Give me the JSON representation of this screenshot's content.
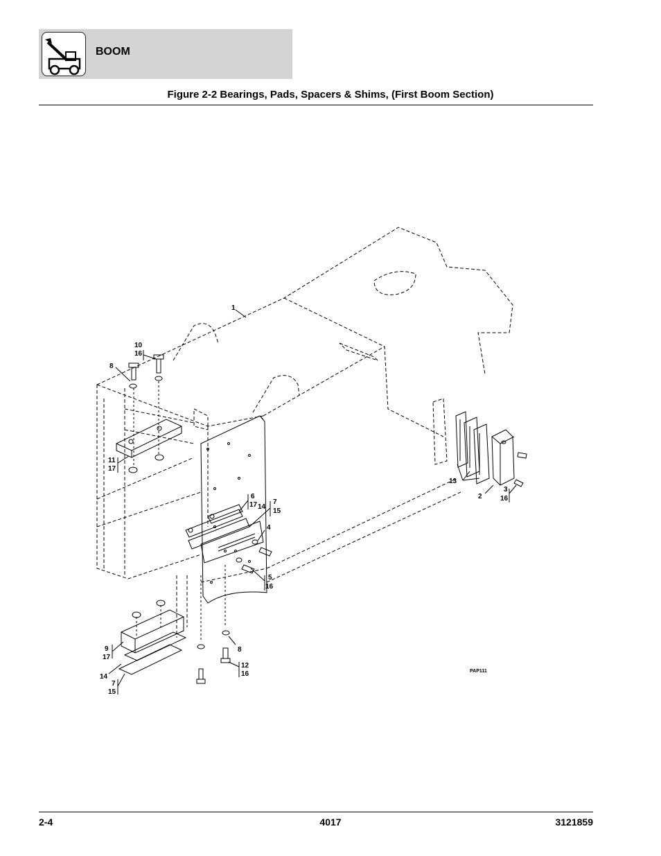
{
  "header": {
    "section": "BOOM",
    "icon": "telehandler-boom-icon"
  },
  "figure": {
    "title": "Figure 2-2 Bearings, Pads, Spacers & Shims, (First Boom Section)",
    "reference": "PAP111",
    "callouts": {
      "c1": "1",
      "c10_16a": "10",
      "c10_16b": "16",
      "c8_top": "8",
      "c11": "11",
      "c17_a": "17",
      "c6": "6",
      "c17_b": "17",
      "c14_mid": "14",
      "c7_mid": "7",
      "c15_mid": "15",
      "c4": "4",
      "c5": "5",
      "c16_c": "16",
      "c13": "13",
      "c2": "2",
      "c3": "3",
      "c16_d": "16",
      "c9": "9",
      "c17_c": "17",
      "c14_low": "14",
      "c7_low": "7",
      "c15_low": "15",
      "c8_low": "8",
      "c12": "12",
      "c16_e": "16"
    }
  },
  "footer": {
    "page": "2-4",
    "model": "4017",
    "manual": "3121859"
  }
}
